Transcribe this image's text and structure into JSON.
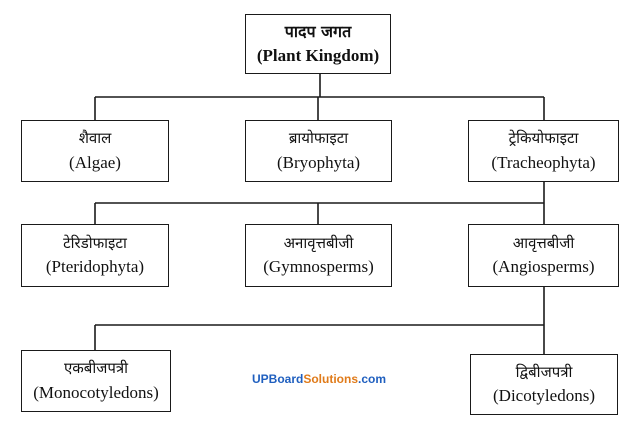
{
  "nodes": {
    "plant_kingdom": {
      "hi": "पादप जगत",
      "en": "(Plant Kingdom)"
    },
    "algae": {
      "hi": "शैवाल",
      "en": "(Algae)"
    },
    "bryophyta": {
      "hi": "ब्रायोफाइटा",
      "en": "(Bryophyta)"
    },
    "tracheophyta": {
      "hi": "ट्रेकियोफाइटा",
      "en": "(Tracheophyta)"
    },
    "pteridophyta": {
      "hi": "टेरिडोफाइटा",
      "en": "(Pteridophyta)"
    },
    "gymnosperms": {
      "hi": "अनावृत्तबीजी",
      "en": "(Gymnosperms)"
    },
    "angiosperms": {
      "hi": "आवृत्तबीजी",
      "en": "(Angiosperms)"
    },
    "monocotyledons": {
      "hi": "एकबीजपत्री",
      "en": "(Monocotyledons)"
    },
    "dicotyledons": {
      "hi": "द्विबीजपत्री",
      "en": "(Dicotyledons)"
    }
  },
  "watermark": {
    "part1": "UPBoard",
    "part2": "Solutions",
    "part3": ".com"
  }
}
